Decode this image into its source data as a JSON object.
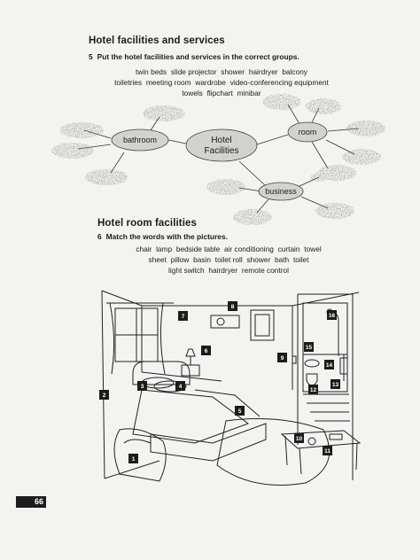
{
  "section1": {
    "title": "Hotel facilities and services",
    "instruction_number": "5",
    "instruction_text": "Put the hotel facilities and services in the correct groups.",
    "words_line1": [
      "twin beds",
      "slide projector",
      "shower",
      "hairdryer",
      "balcony"
    ],
    "words_line2": [
      "toiletries",
      "meeting room",
      "wardrobe",
      "video-conferencing equipment"
    ],
    "words_line3": [
      "towels",
      "flipchart",
      "minibar"
    ]
  },
  "diagram": {
    "center_line1": "Hotel",
    "center_line2": "Facilities",
    "node_bathroom": "bathroom",
    "node_room": "room",
    "node_business": "business"
  },
  "section2": {
    "title": "Hotel room facilities",
    "instruction_number": "6",
    "instruction_text": "Match the words with the pictures.",
    "words_line1": [
      "chair",
      "lamp",
      "bedside table",
      "air conditioning",
      "curtain",
      "towel"
    ],
    "words_line2": [
      "sheet",
      "pillow",
      "basin",
      "toilet roll",
      "shower",
      "bath",
      "toilet"
    ],
    "words_line3": [
      "light switch",
      "hairdryer",
      "remote control"
    ]
  },
  "picture_tags": [
    "1",
    "2",
    "3",
    "4",
    "5",
    "6",
    "7",
    "8",
    "9",
    "10",
    "11",
    "12",
    "13",
    "14",
    "15",
    "16"
  ],
  "page_number": "66"
}
